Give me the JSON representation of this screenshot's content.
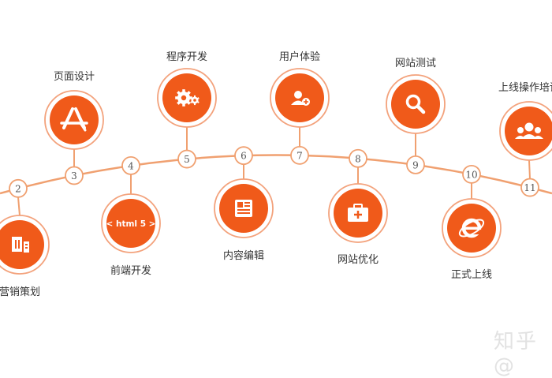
{
  "colors": {
    "accent": "#f05a1a",
    "ring": "#f3a27c",
    "curve": "#f0a070",
    "text": "#333333",
    "number": "#555555"
  },
  "steps": [
    {
      "number": "2",
      "label": "营销策划",
      "icon": "document-grid-icon",
      "position": "below"
    },
    {
      "number": "3",
      "label": "页面设计",
      "icon": "design-app-icon",
      "position": "above"
    },
    {
      "number": "4",
      "label": "前端开发",
      "icon": "html5-icon",
      "icon_text": "< html 5 >",
      "position": "below"
    },
    {
      "number": "5",
      "label": "程序开发",
      "icon": "gears-icon",
      "position": "above"
    },
    {
      "number": "6",
      "label": "内容编辑",
      "icon": "news-icon",
      "position": "below"
    },
    {
      "number": "7",
      "label": "用户体验",
      "icon": "user-plus-icon",
      "position": "above"
    },
    {
      "number": "8",
      "label": "网站优化",
      "icon": "medkit-icon",
      "position": "below"
    },
    {
      "number": "9",
      "label": "网站测试",
      "icon": "search-icon",
      "position": "above"
    },
    {
      "number": "10",
      "label": "正式上线",
      "icon": "ie-browser-icon",
      "position": "below"
    },
    {
      "number": "11",
      "label": "上线操作培训",
      "icon": "user-group-icon",
      "position": "above"
    }
  ],
  "watermark": "知乎 @"
}
